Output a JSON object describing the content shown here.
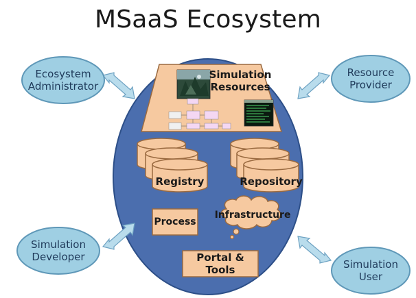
{
  "title": "MSaaS Ecosystem",
  "actors": {
    "ecosystem_administrator": "Ecosystem\nAdministrator",
    "resource_provider": "Resource\nProvider",
    "simulation_developer": "Simulation\nDeveloper",
    "simulation_user": "Simulation\nUser"
  },
  "components": {
    "simulation_resources": "Simulation\nResources",
    "registry": "Registry",
    "repository": "Repository",
    "process": "Process",
    "infrastructure": "Infrastructure",
    "portal_tools": "Portal & Tools"
  },
  "colors": {
    "ellipse_fill": "#4b6eae",
    "ellipse_stroke": "#2d4f88",
    "actor_fill": "#9fcfe3",
    "actor_stroke": "#5f98b8",
    "component_fill": "#f6c9a0",
    "component_stroke": "#9a6a40",
    "arrow_fill": "#b9dcec",
    "arrow_stroke": "#6ea2c2"
  }
}
